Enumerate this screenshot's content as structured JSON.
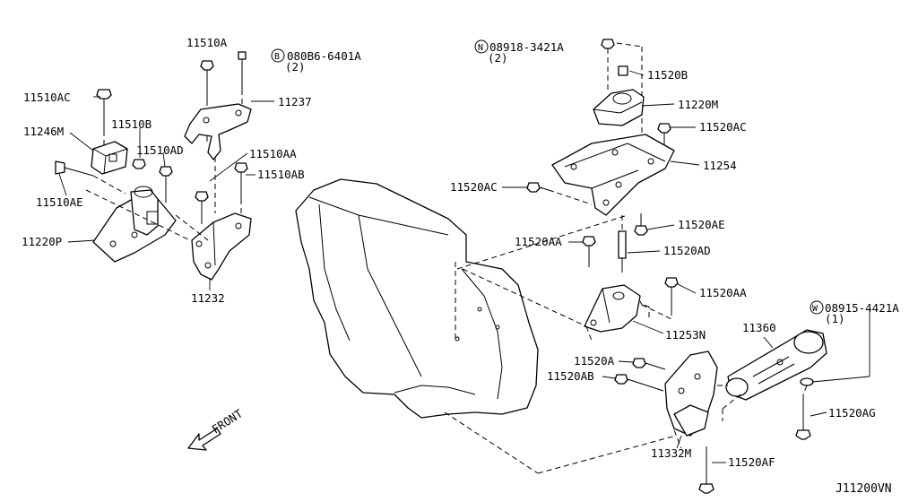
{
  "labels": {
    "p11510A": "11510A",
    "p080B6": "080B6-6401A",
    "p080B6_qty": "(2)",
    "p080B6_prefix": "B",
    "p11510AC": "11510AC",
    "p11237": "11237",
    "p11510B": "11510B",
    "p11246M": "11246M",
    "p11510AD": "11510AD",
    "p11510AA": "11510AA",
    "p11510AB": "11510AB",
    "p11510AE": "11510AE",
    "p11220P": "11220P",
    "p11232": "11232",
    "p08918": "08918-3421A",
    "p08918_qty": "(2)",
    "p08918_prefix": "N",
    "p11520B": "11520B",
    "p11220M": "11220M",
    "p11520AC_a": "11520AC",
    "p11254": "11254",
    "p11520AC_b": "11520AC",
    "p11520AE": "11520AE",
    "p11520AA_a": "11520AA",
    "p11520AD": "11520AD",
    "p11520AA_b": "11520AA",
    "p08915": "08915-4421A",
    "p08915_qty": "(1)",
    "p08915_prefix": "W",
    "p11253N": "11253N",
    "p11360": "11360",
    "p11520A": "11520A",
    "p11520AB": "11520AB",
    "p11520AG": "11520AG",
    "p11332M": "11332M",
    "p11520AF": "11520AF",
    "front": "FRONT",
    "diagram_code": "J11200VN"
  },
  "icons": {
    "front_arrow": "front-direction-arrow-icon",
    "circled_prefix": "circled-letter-icon"
  }
}
